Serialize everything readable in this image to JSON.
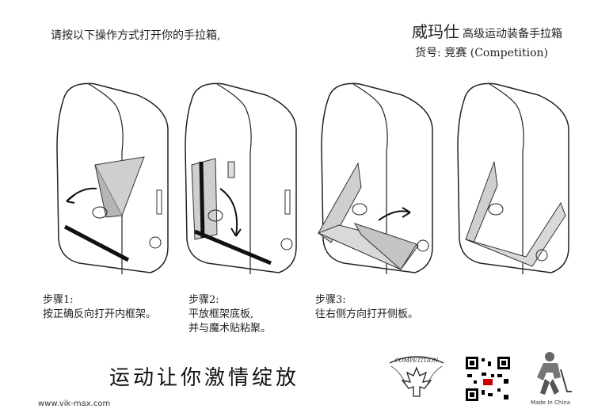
{
  "header": {
    "instruction": "请按以下操作方式打开你的手拉箱,",
    "brand": "威玛仕",
    "brand_subtitle": "高级运动装备手拉箱",
    "model": "货号: 竞赛 (Competition)"
  },
  "steps": [
    {
      "title": "步骤1:",
      "lines": [
        "按正确反向打开内框架。"
      ]
    },
    {
      "title": "步骤2:",
      "lines": [
        "平放框架底板,",
        "并与魔术贴粘聚。"
      ]
    },
    {
      "title": "步骤3:",
      "lines": [
        "往右侧方向打开侧板。"
      ]
    }
  ],
  "footer": {
    "slogan": "运动让你激情绽放",
    "url": "www.vik-max.com",
    "logo_text": "COMPETITION",
    "made_in": "Made In China"
  },
  "icons": [
    "case-illustration-1",
    "case-illustration-2",
    "case-illustration-3",
    "case-illustration-4",
    "competition-maple-leaf-logo",
    "qr-code",
    "hockey-player-icon"
  ]
}
